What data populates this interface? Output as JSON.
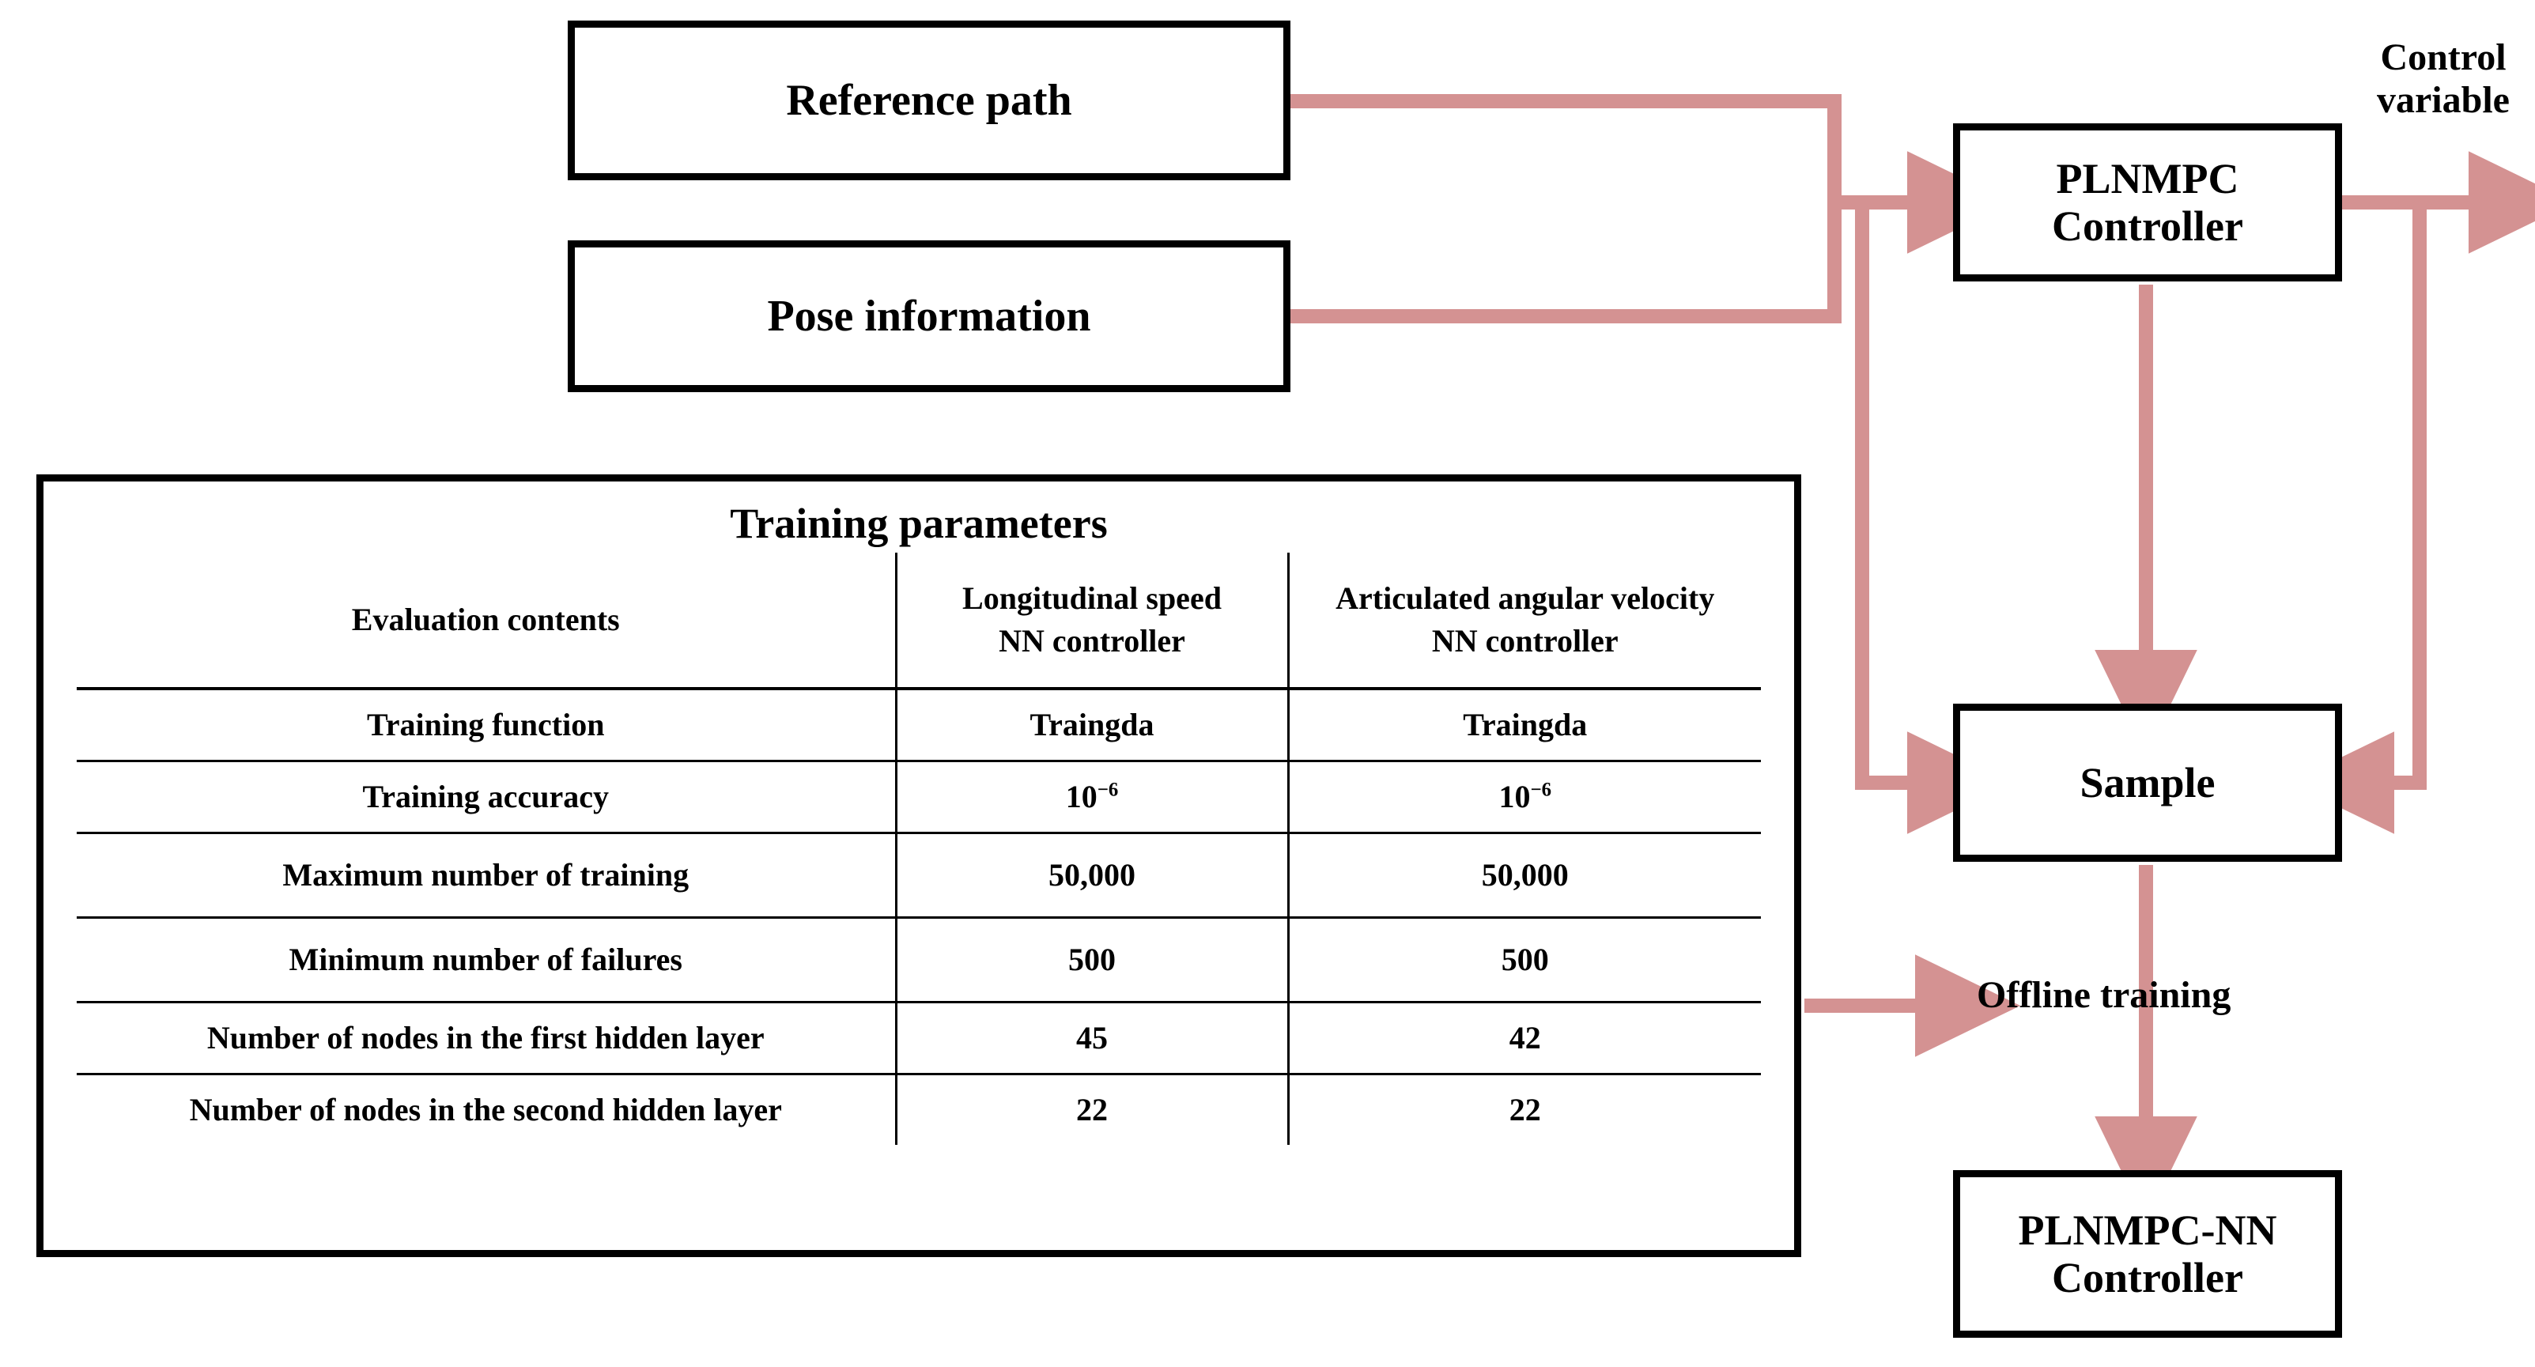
{
  "diagram": {
    "accent_color": "#d49292",
    "line_color": "#000000",
    "nodes": {
      "reference_path": "Reference path",
      "pose_information": "Pose information",
      "plnmpc_controller": "PLNMPC\nController",
      "sample": "Sample",
      "plnmpc_nn_controller": "PLNMPC-NN\nController"
    },
    "edge_labels": {
      "control_variable": "Control\nvariable",
      "offline_training": "Offline training"
    }
  },
  "panel": {
    "title": "Training parameters",
    "table": {
      "headers": [
        {
          "line1": "Evaluation contents",
          "line2": ""
        },
        {
          "line1": "Longitudinal speed",
          "line2": "NN controller"
        },
        {
          "line1": "Articulated angular velocity",
          "line2": "NN controller"
        }
      ],
      "rows": [
        {
          "label": "Training function",
          "v1": "Traingda",
          "v2": "Traingda"
        },
        {
          "label": "Training accuracy",
          "v1": "10<sup>−6</sup>",
          "v2": "10<sup>−6</sup>",
          "html": true
        },
        {
          "label": "Maximum number of training",
          "v1": "50,000",
          "v2": "50,000"
        },
        {
          "label": "Minimum number of failures",
          "v1": "500",
          "v2": "500"
        },
        {
          "label": "Number of nodes in the first hidden layer",
          "v1": "45",
          "v2": "42"
        },
        {
          "label": "Number of nodes in the second hidden layer",
          "v1": "22",
          "v2": "22"
        }
      ]
    }
  }
}
